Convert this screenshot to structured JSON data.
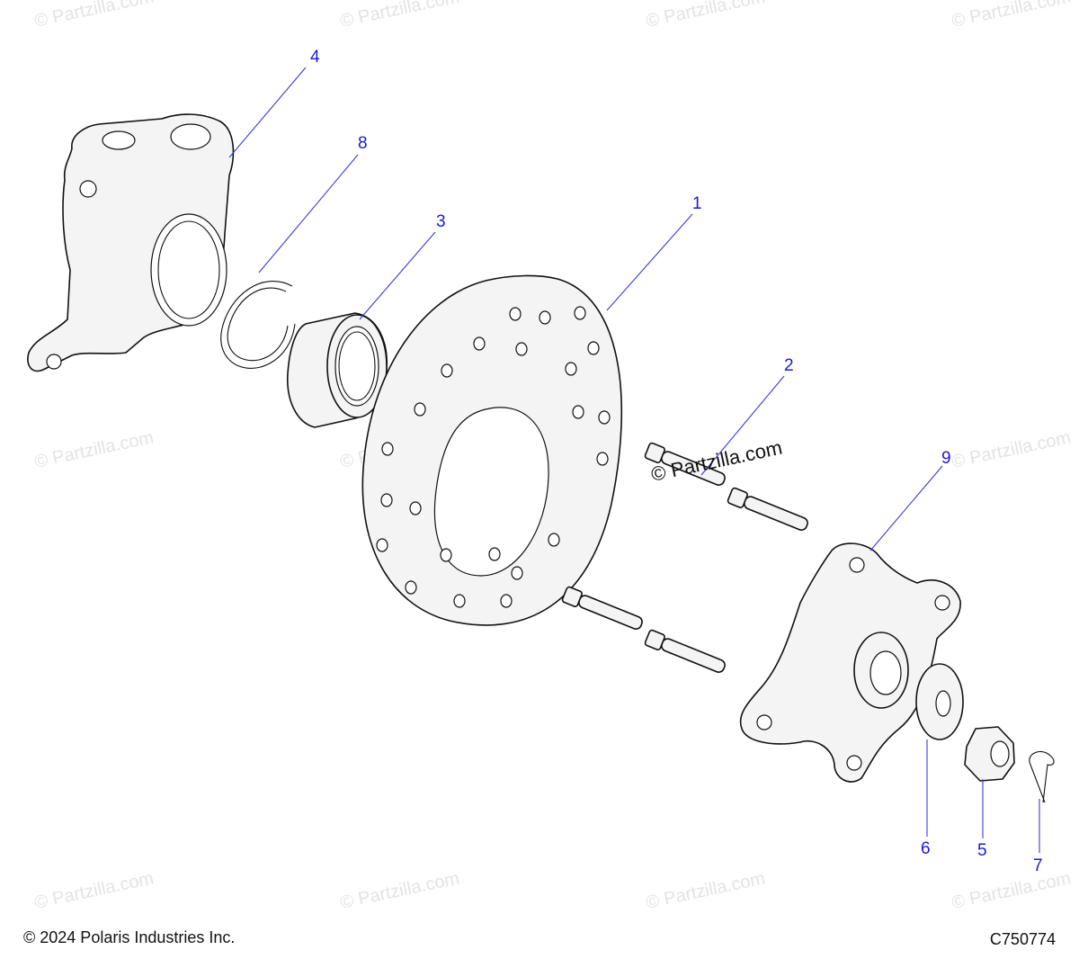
{
  "watermark": "© Partzilla.com",
  "center_watermark": "© Partzilla.com",
  "copyright": "© 2024 Polaris Industries Inc.",
  "diagram_id": "C750774",
  "callouts": [
    "4",
    "8",
    "3",
    "1",
    "2",
    "9",
    "6",
    "5",
    "7"
  ],
  "colors": {
    "callout": "#1a1ad6",
    "line": "#111111",
    "watermark": "#e3e3e3"
  }
}
